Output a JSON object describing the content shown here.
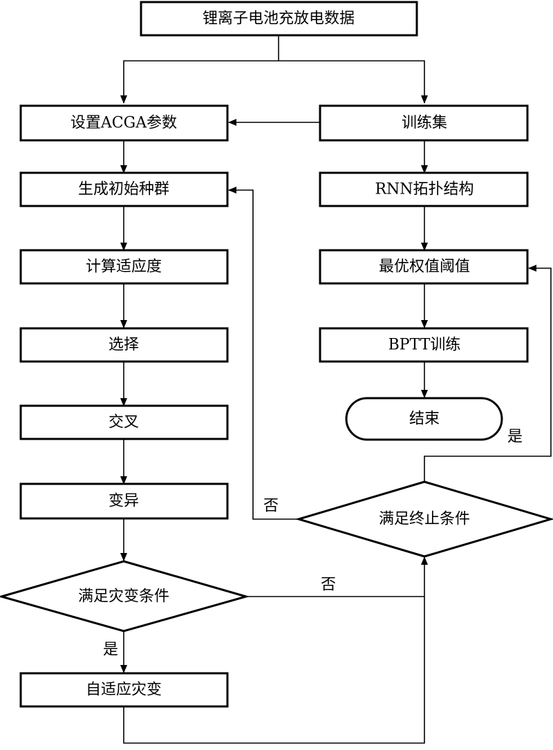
{
  "nodes": {
    "data": "锂离子电池充放电数据",
    "acga_params": "设置ACGA参数",
    "init_population": "生成初始种群",
    "fitness": "计算适应度",
    "selection": "选择",
    "crossover": "交叉",
    "mutation": "变异",
    "catastrophe_check": "满足灾变条件",
    "adaptive_catastrophe": "自适应灾变",
    "training_set": "训练集",
    "rnn_topology": "RNN拓扑结构",
    "optimal_weights": "最优权值阈值",
    "bptt_training": "BPTT训练",
    "end": "结束",
    "termination_check": "满足终止条件"
  },
  "edge_labels": {
    "catastrophe_yes": "是",
    "catastrophe_no": "否",
    "termination_yes": "是",
    "termination_no": "否"
  }
}
